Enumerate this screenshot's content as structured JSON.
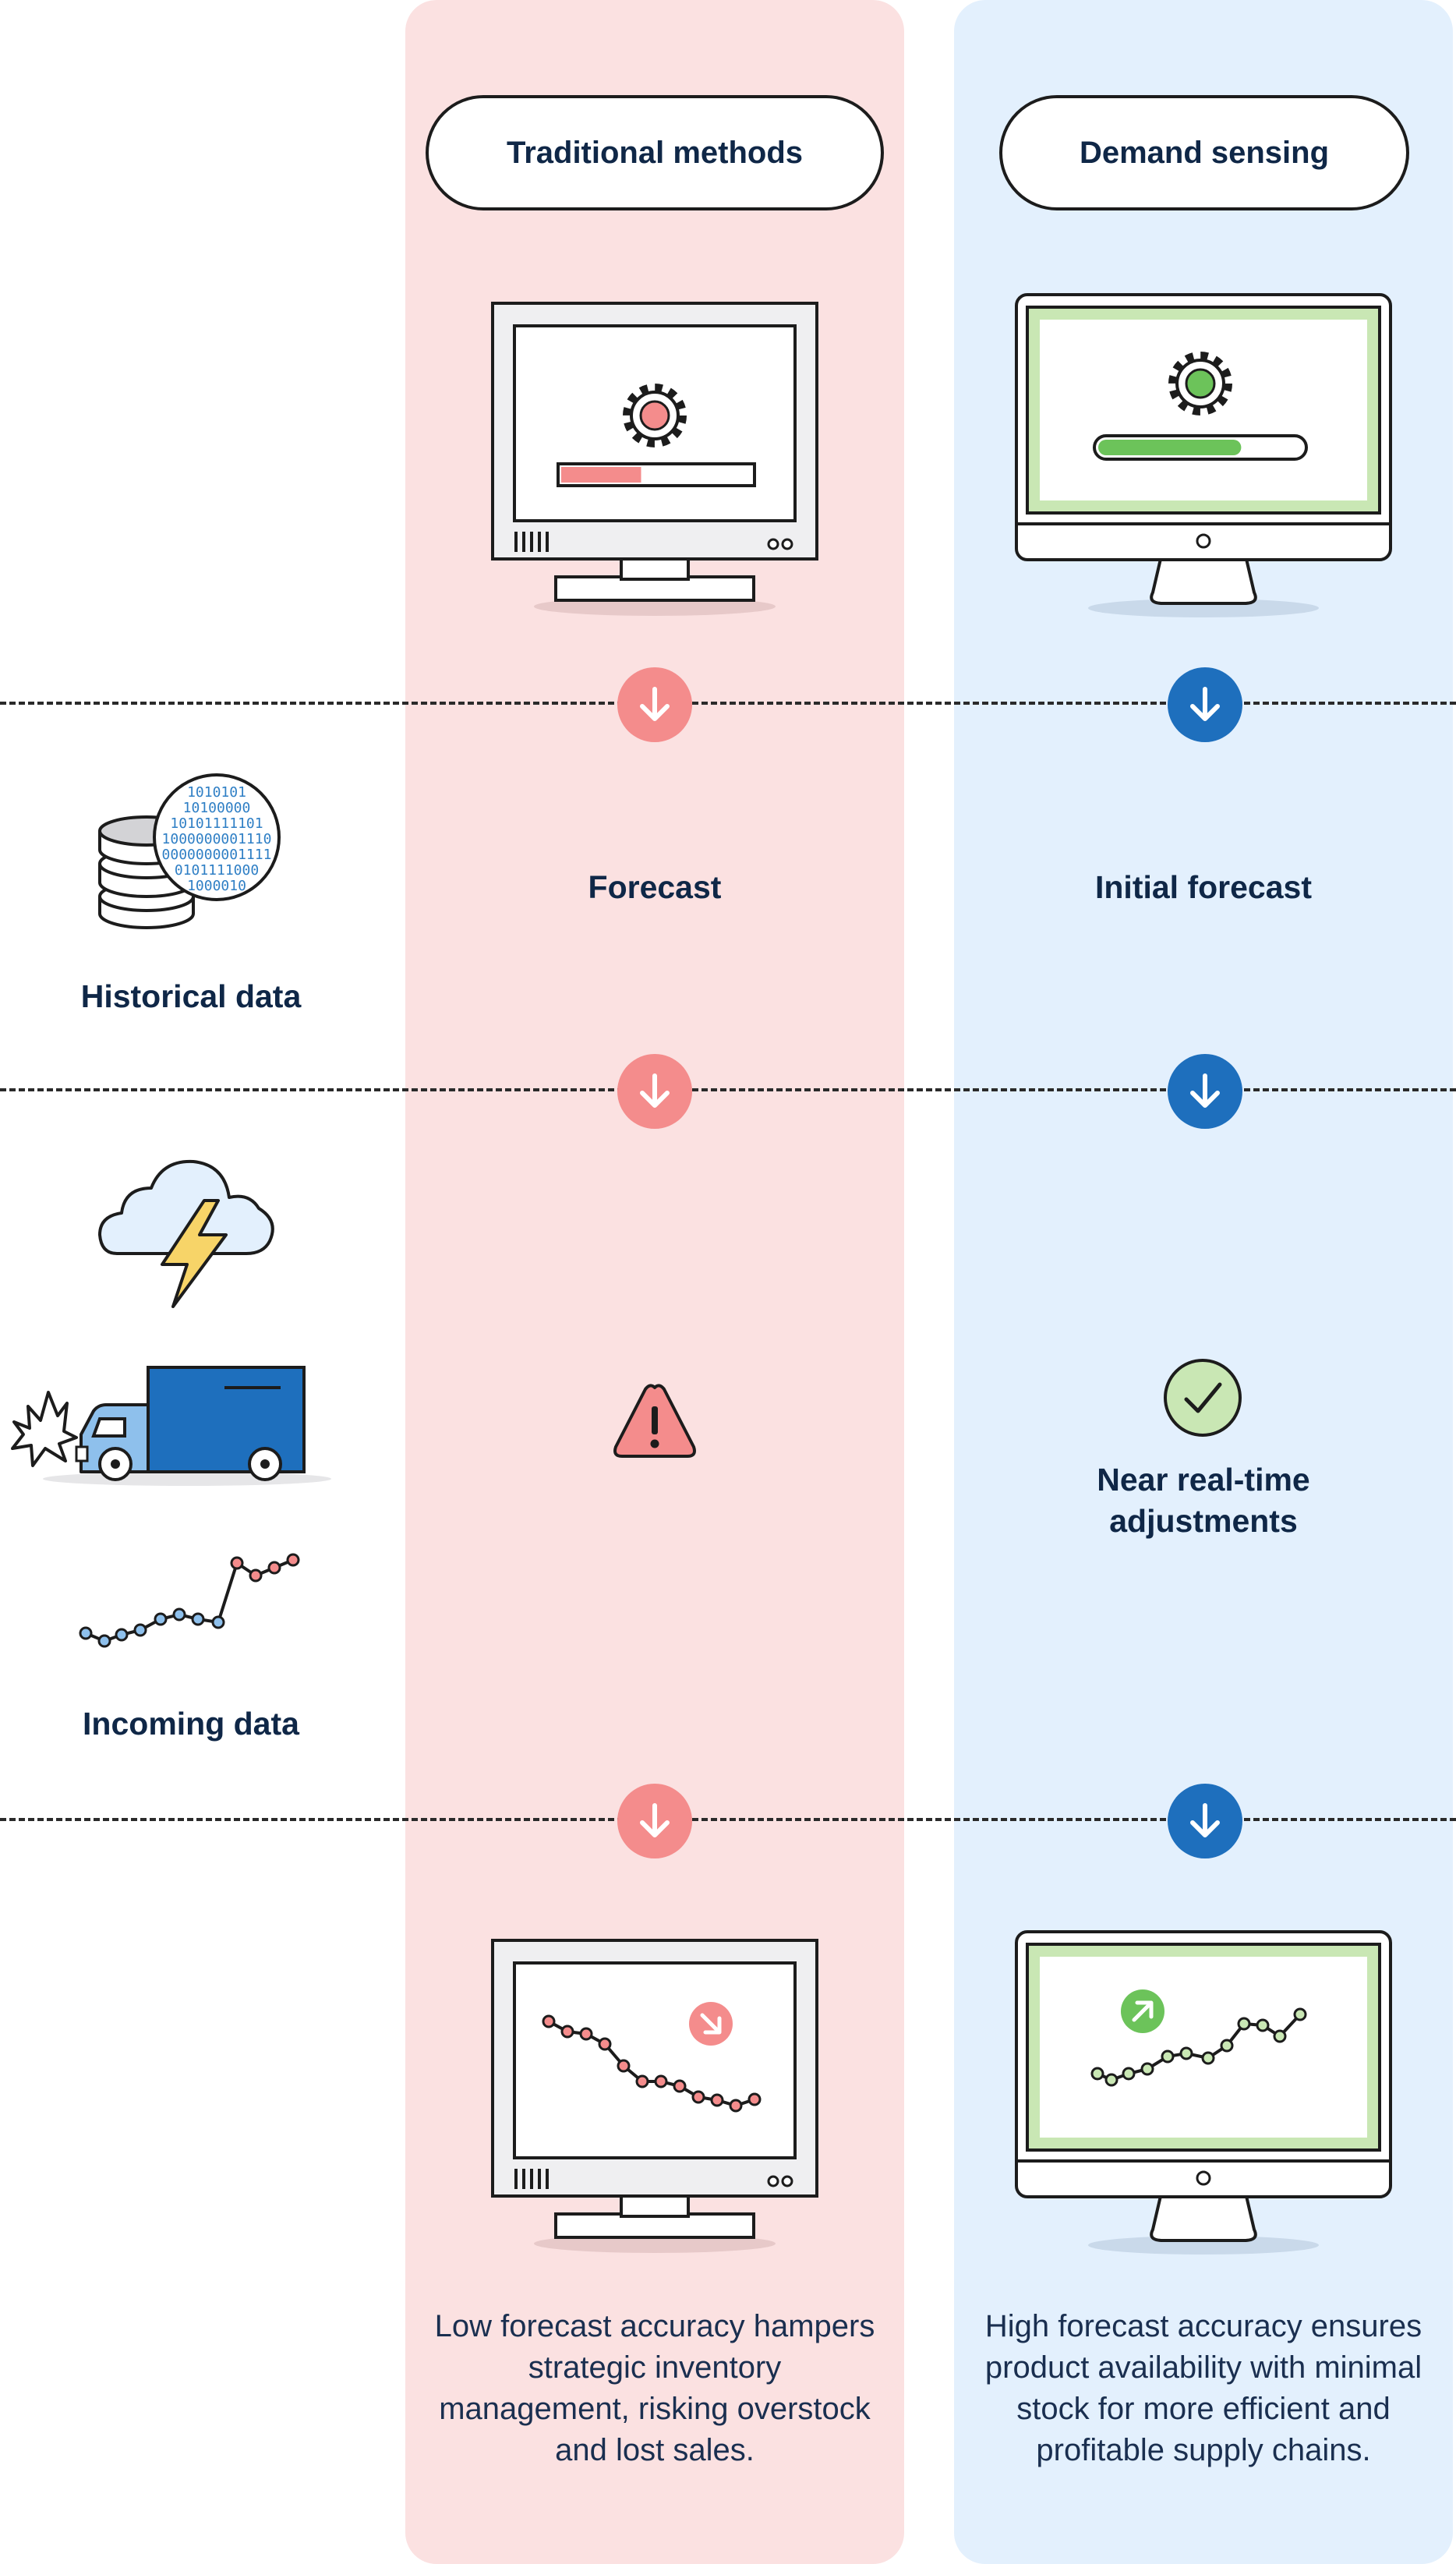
{
  "columns": {
    "traditional": {
      "header": "Traditional methods",
      "forecast_label": "Forecast",
      "conclusion": "Low forecast accuracy hampers strategic inventory management, risking overstock and lost sales."
    },
    "demand_sensing": {
      "header": "Demand sensing",
      "forecast_label": "Initial forecast",
      "adjustment_label": "Near real-time adjustments",
      "conclusion": "High forecast accuracy ensures product availability with minimal stock for more efficient and profitable supply chains."
    }
  },
  "inputs": {
    "historical_label": "Historical data",
    "incoming_label": "Incoming data",
    "binary_digits": [
      "1010101",
      "10100000",
      "10101111101",
      "1000000001110",
      "0000000001111",
      "0101111000",
      "1000010"
    ]
  },
  "colors": {
    "traditional_bg": "#fbe1e1",
    "demand_sensing_bg": "#e3f0fd",
    "red_accent": "#f48c8c",
    "blue_accent": "#1e6fbd",
    "green_accent": "#6cc35a",
    "text": "#0f2747"
  },
  "icons": [
    "monitor-icon",
    "gear-icon",
    "progress-bar",
    "arrow-down-icon",
    "database-icon",
    "storm-cloud-icon",
    "truck-crash-icon",
    "line-chart-icon",
    "warning-icon",
    "check-circle-icon",
    "trend-down-icon",
    "trend-up-icon"
  ],
  "progress": {
    "traditional": 0.42,
    "demand_sensing": 0.7
  }
}
